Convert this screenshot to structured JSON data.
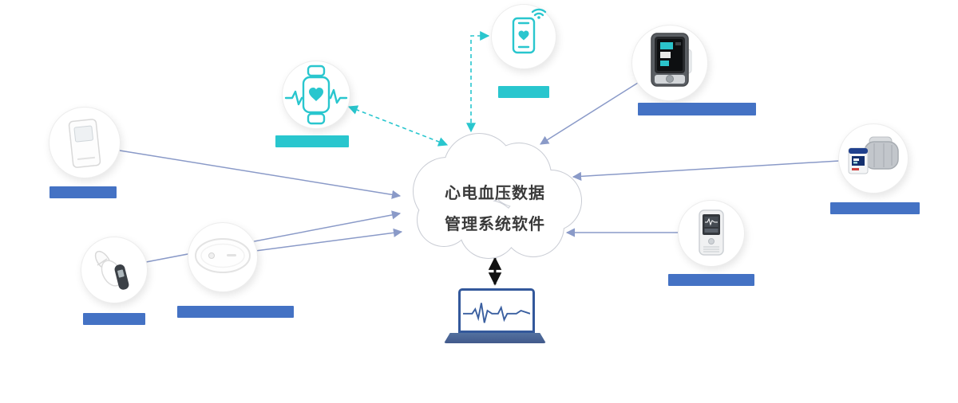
{
  "cloud": {
    "line1": "心电血压数据",
    "line2": "管理系统软件"
  },
  "colors": {
    "teal_accent": "#29c6ce",
    "label_blue": "#4472c4",
    "connector": "#8a9ac8",
    "cloud_stroke": "#c9ccd4",
    "dark_arrow": "#111111",
    "laptop_blue": "#33589b"
  },
  "nodes": [
    {
      "id": "smartwatch",
      "icon": "smartwatch-heart-icon",
      "label_style": "teal"
    },
    {
      "id": "smartphone",
      "icon": "smartphone-heart-wifi-icon",
      "label_style": "teal"
    },
    {
      "id": "wall-reader",
      "icon": "wall-mounted-device",
      "label_style": "blue"
    },
    {
      "id": "ear-thermometer",
      "icon": "ear-thermometer-device",
      "label_style": "blue"
    },
    {
      "id": "oval-recorder",
      "icon": "oval-patch-recorder-device",
      "label_style": "blue"
    },
    {
      "id": "bp-monitor",
      "icon": "blood-pressure-monitor-device",
      "label_style": "blue"
    },
    {
      "id": "bp-cuff-unit",
      "icon": "ambulatory-bp-cuff-device",
      "label_style": "blue"
    },
    {
      "id": "holter-recorder",
      "icon": "holter-recorder-device",
      "label_style": "blue"
    }
  ],
  "laptop": {
    "icon": "laptop-ecg-icon"
  }
}
